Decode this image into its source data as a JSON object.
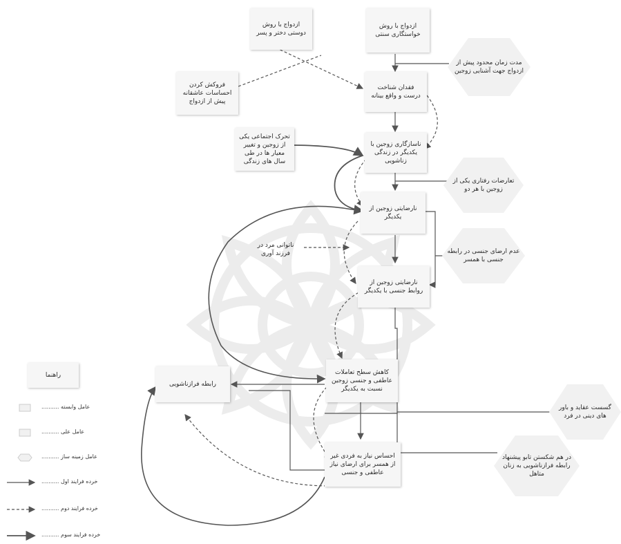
{
  "nodes": {
    "traditional_marriage": "ازدواج با روش خواستگاری سنتی",
    "friendship_marriage": "ازدواج با روش دوستی دختر و پسر",
    "suppress_feelings": "فروکش کردن احساسات عاشقانه پیش از ازدواج",
    "limited_time": "مدت زمان محدود پیش از ازدواج جهت آشنایی زوجین",
    "lack_knowledge": "فقدان شناخت درست و واقع بینانه",
    "incompatibility": "ناسازگاری زوجین با یکدیگر در زندگی زناشویی",
    "social_mobility": "تحرک اجتماعی یکی از زوجین و تغییر معیار ها در طی سال های زندگی",
    "behavior_conflict": "تعارضات رفتاری یکی از زوجین با هر دو",
    "dissatisfaction": "نارضایتی زوجین از یکدیگر",
    "infertility": "ناتوانی مرد در فرزند آوری",
    "sexual_unsatisfied": "عدم ارضای جنسی در رابطه جنسی با همسر",
    "sexual_dissatisfaction": "نارضایتی زوجین از روابط جنسی با یکدیگر",
    "reduced_interaction": "کاهش سطح تعاملات عاطفی و جنسی زوجین نسبت به یکدیگر",
    "extramarital": "رابطه فرازناشویی",
    "need_others": "احساس نیاز به فردی غیر از همسر برای ارضای نیاز عاطفی و جنسی",
    "religious_break": "گسست عقاید و باور های دینی در فرد",
    "taboo_break": "در هم شکستن تابو پیشنهاد رابطه فرازناشویی به زنان متاهل"
  },
  "legend": {
    "title": "راهنما",
    "items": [
      {
        "label": "عامل وابسته",
        "kind": "rect"
      },
      {
        "label": "عامل علی",
        "kind": "rect"
      },
      {
        "label": "عامل زمینه ساز",
        "kind": "hex"
      },
      {
        "label": "خرده فرایند اول",
        "kind": "solid"
      },
      {
        "label": "خرده فرایند دوم",
        "kind": "dashed"
      },
      {
        "label": "خرده فرایند سوم",
        "kind": "solid-bold"
      }
    ]
  },
  "colors": {
    "line": "#555555",
    "box_fill": "#f6f6f6",
    "hex_fill": "#f1f1f1",
    "text": "#2b2b2b"
  }
}
